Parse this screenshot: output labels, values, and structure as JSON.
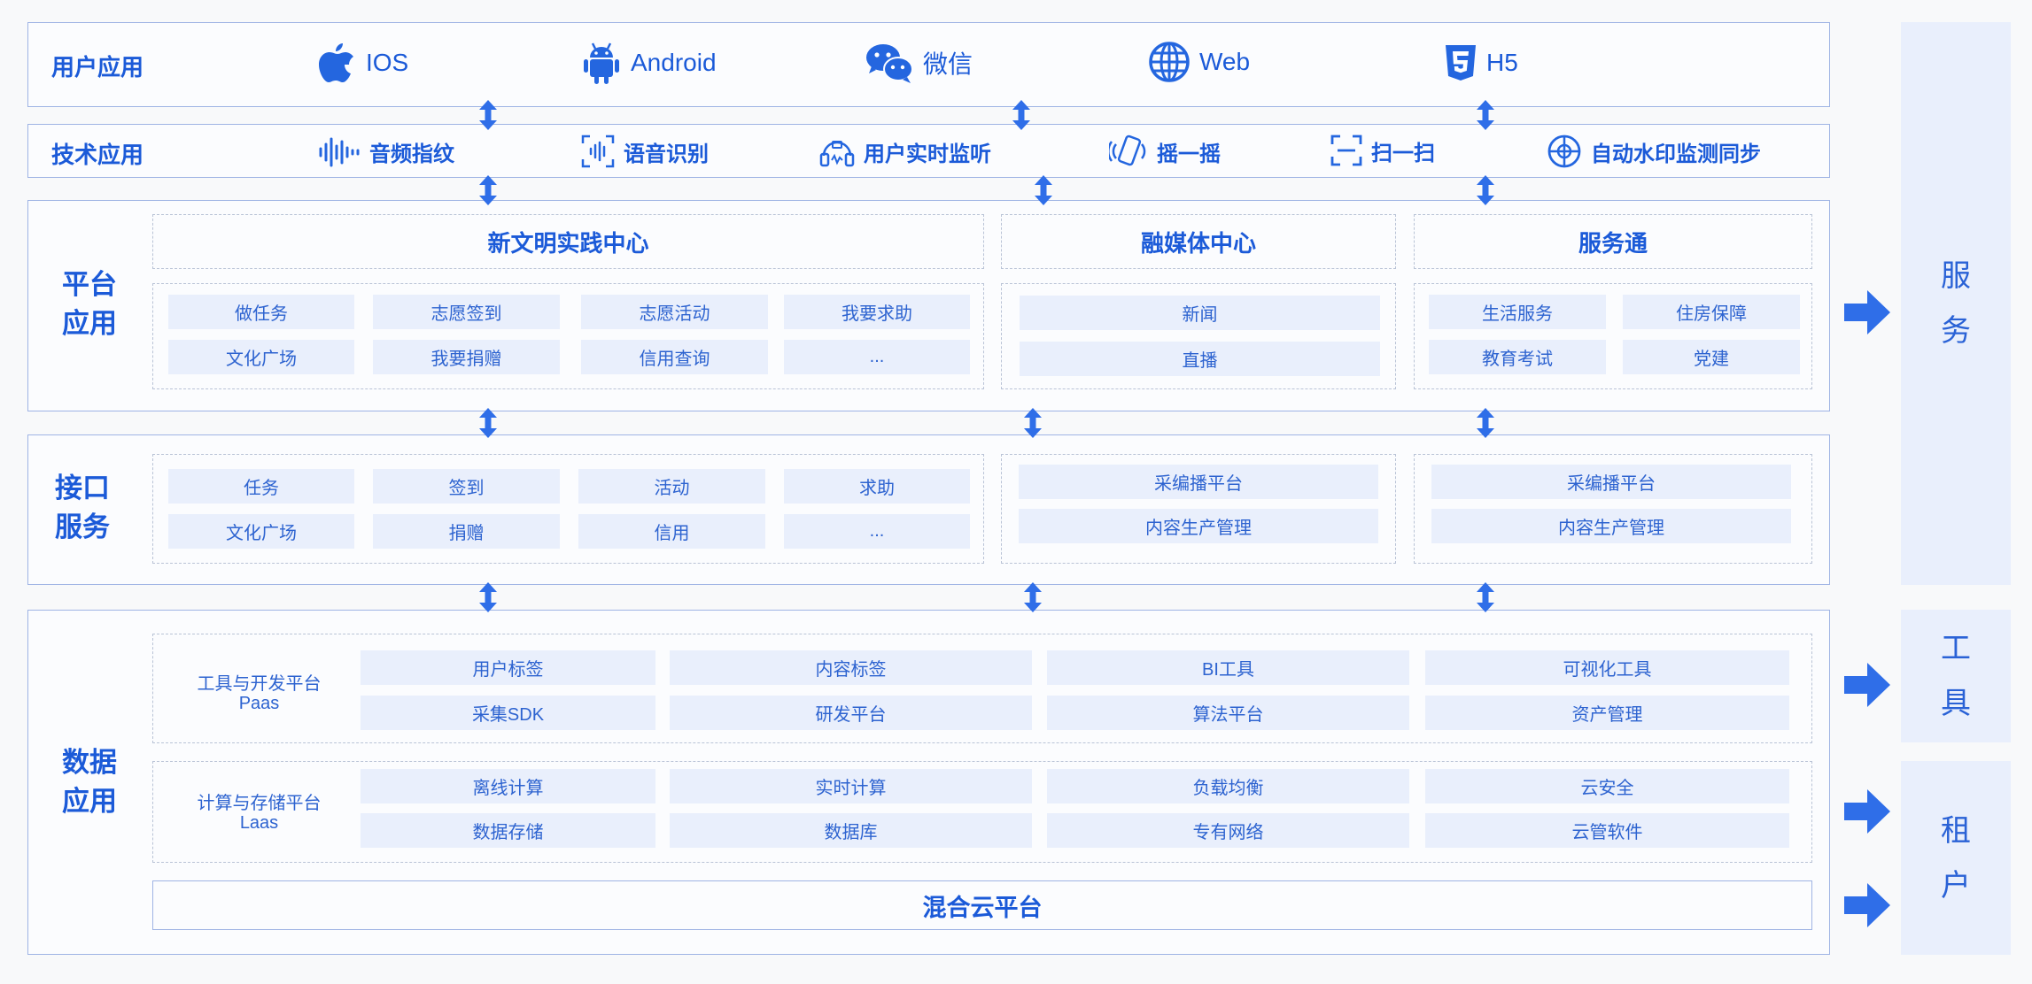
{
  "user_app": {
    "title": "用户应用",
    "items": [
      {
        "label": "IOS",
        "icon": "apple-icon"
      },
      {
        "label": "Android",
        "icon": "android-icon"
      },
      {
        "label": "微信",
        "icon": "wechat-icon"
      },
      {
        "label": "Web",
        "icon": "globe-icon"
      },
      {
        "label": "H5",
        "icon": "html5-icon"
      }
    ]
  },
  "tech_app": {
    "title": "技术应用",
    "items": [
      {
        "label": "音频指纹",
        "icon": "audio-wave-icon"
      },
      {
        "label": "语音识别",
        "icon": "voice-scan-icon"
      },
      {
        "label": "用户实时监听",
        "icon": "headphone-icon"
      },
      {
        "label": "摇一摇",
        "icon": "shake-phone-icon"
      },
      {
        "label": "扫一扫",
        "icon": "scan-icon"
      },
      {
        "label": "自动水印监测同步",
        "icon": "watermark-icon"
      }
    ]
  },
  "platform_app": {
    "title_line1": "平台",
    "title_line2": "应用",
    "groups": [
      {
        "header": "新文明实践中心",
        "cells": [
          "做任务",
          "志愿签到",
          "志愿活动",
          "我要求助",
          "文化广场",
          "我要捐赠",
          "信用查询",
          "..."
        ]
      },
      {
        "header": "融媒体中心",
        "cells": [
          "新闻",
          "直播"
        ]
      },
      {
        "header": "服务通",
        "cells": [
          "生活服务",
          "住房保障",
          "教育考试",
          "党建"
        ]
      }
    ]
  },
  "api_service": {
    "title_line1": "接口",
    "title_line2": "服务",
    "groups": [
      {
        "cells": [
          "任务",
          "签到",
          "活动",
          "求助",
          "文化广场",
          "捐赠",
          "信用",
          "..."
        ]
      },
      {
        "cells": [
          "采编播平台",
          "内容生产管理"
        ]
      },
      {
        "cells": [
          "采编播平台",
          "内容生产管理"
        ]
      }
    ]
  },
  "data_app": {
    "title_line1": "数据",
    "title_line2": "应用",
    "paas": {
      "name_line1": "工具与开发平台",
      "name_line2": "Paas",
      "cells": [
        "用户标签",
        "内容标签",
        "BI工具",
        "可视化工具",
        "采集SDK",
        "研发平台",
        "算法平台",
        "资产管理"
      ]
    },
    "laas": {
      "name_line1": "计算与存储平台",
      "name_line2": "Laas",
      "cells": [
        "离线计算",
        "实时计算",
        "负载均衡",
        "云安全",
        "数据存储",
        "数据库",
        "专有网络",
        "云管软件"
      ]
    },
    "cloud": "混合云平台"
  },
  "side": {
    "service": [
      "服",
      "务"
    ],
    "tools": [
      "工",
      "具"
    ],
    "tenant": [
      "租",
      "户"
    ]
  },
  "colors": {
    "accent": "#1b5ad8",
    "arrow": "#2f6ee8",
    "cell_bg": "#e9effc",
    "border": "#9fb4e4"
  }
}
